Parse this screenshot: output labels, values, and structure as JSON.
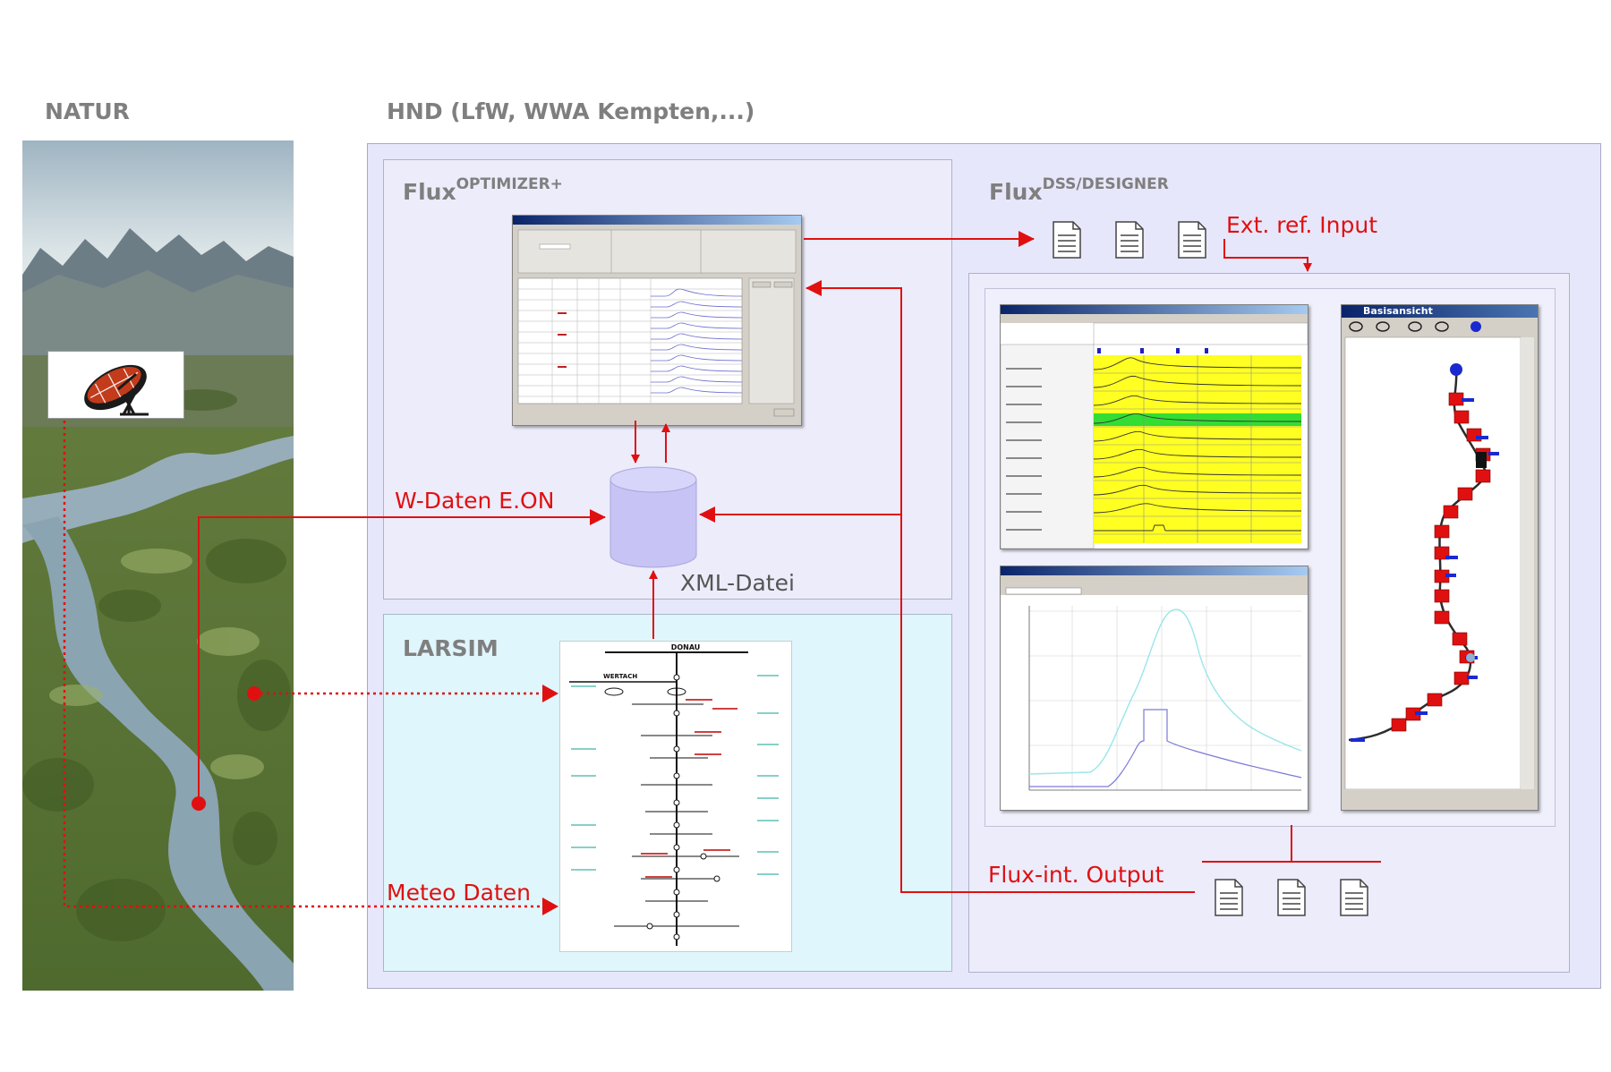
{
  "natur": {
    "title": "NATUR"
  },
  "hnd": {
    "title": "HND (LfW, WWA Kempten,...)"
  },
  "optimizer": {
    "title_main": "Flux",
    "title_sup": "OPTIMIZER+"
  },
  "dss": {
    "title_main": "Flux",
    "title_sup": "DSS/DESIGNER"
  },
  "larsim": {
    "title": "LARSIM"
  },
  "database": {
    "label": "XML-Datei"
  },
  "labels": {
    "w_daten": "W-Daten E.ON",
    "meteo": "Meteo Daten",
    "ext_input": "Ext. ref. Input",
    "flux_output": "Flux-int. Output"
  },
  "basisansicht": {
    "title": "Basisansicht"
  },
  "larsim_map": {
    "header": "DONAU",
    "station": "WERTACH"
  },
  "colors": {
    "arrow_red": "#e01010",
    "panel_lavender": "#e7e7fb",
    "panel_cyan": "#dff6fc",
    "section_gray": "#7f7f7f",
    "database_fill": "#c7c3f4"
  },
  "icons": [
    "satellite-dish-icon",
    "document-icon",
    "database-icon"
  ]
}
